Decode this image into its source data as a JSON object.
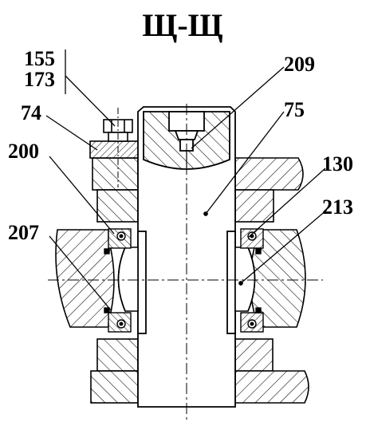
{
  "title": "Щ-Щ",
  "callouts": {
    "c155": "155",
    "c173": "173",
    "c74": "74",
    "c209": "209",
    "c75": "75",
    "c200": "200",
    "c130": "130",
    "c213": "213",
    "c207": "207"
  },
  "colors": {
    "ink": "#000000",
    "paper": "#ffffff"
  }
}
